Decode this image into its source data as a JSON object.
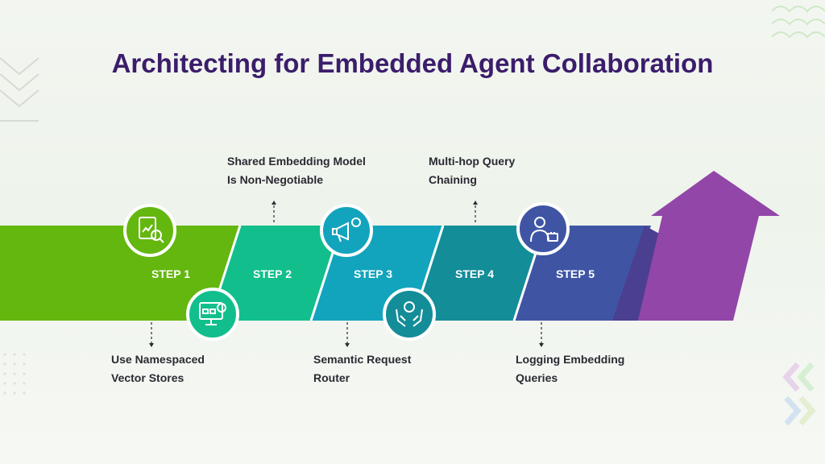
{
  "title": "Architecting for Embedded Agent Collaboration",
  "colors": {
    "title": "#3b1d6b",
    "step1": "#63b70f",
    "step2": "#12bf8c",
    "step3": "#13a4bd",
    "step4": "#138d98",
    "step5": "#3f55a4",
    "arrow": "#9246a8",
    "icon_bg": "#2a2a33"
  },
  "steps": [
    {
      "label": "STEP 1",
      "icon": "financial-report-search-icon",
      "caption": [
        "Use Namespaced",
        "Vector Stores"
      ]
    },
    {
      "label": "STEP 2",
      "icon": "monitor-lock-network-icon",
      "caption": [
        "Shared Embedding Model",
        "Is Non-Negotiable"
      ]
    },
    {
      "label": "STEP 3",
      "icon": "megaphone-gear-icon",
      "caption": [
        "Semantic Request",
        "Router"
      ]
    },
    {
      "label": "STEP 4",
      "icon": "hands-gear-icon",
      "caption": [
        "Multi-hop Query",
        "Chaining"
      ]
    },
    {
      "label": "STEP 5",
      "icon": "businessman-briefcase-icon",
      "caption": [
        "Logging Embedding",
        "Queries"
      ]
    }
  ]
}
